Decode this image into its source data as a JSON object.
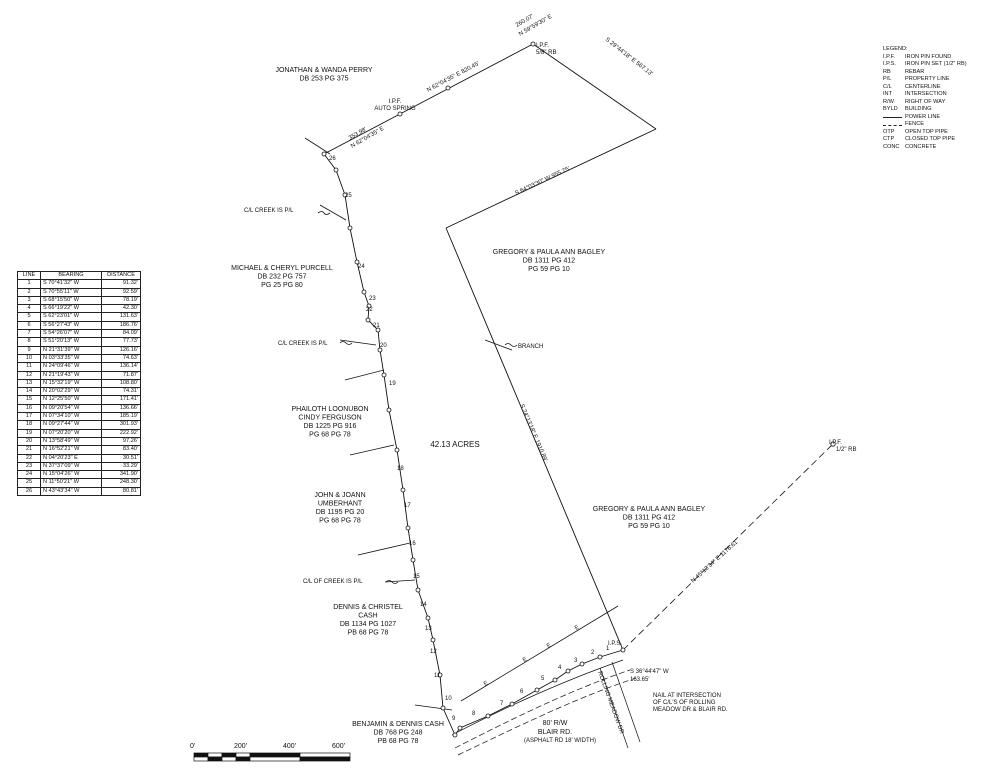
{
  "owners": [
    {
      "id": "perry",
      "lines": [
        "JONATHAN & WANDA PERRY",
        "DB 253 PG 375"
      ]
    },
    {
      "id": "purcell",
      "lines": [
        "MICHAEL & CHERYL PURCELL",
        "DB 232 PG 757",
        "PG 25 PG 80"
      ]
    },
    {
      "id": "loonubon",
      "lines": [
        "PHAILOTH LOONUBON",
        "CINDY FERGUSON",
        "DB 1225 PG 916",
        "PG 68 PG 78"
      ]
    },
    {
      "id": "umberhant",
      "lines": [
        "JOHN & JOANN",
        "UMBERHANT",
        "DB 1195 PG 20",
        "PG 68 PG 78"
      ]
    },
    {
      "id": "cash1",
      "lines": [
        "DENNIS & CHRISTEL",
        "CASH",
        "DB 1134 PG 1027",
        "PB 68 PG 78"
      ]
    },
    {
      "id": "cash2",
      "lines": [
        "BENJAMIN & DENNIS CASH",
        "DB 768 PG 248",
        "PB 68 PG 78"
      ]
    },
    {
      "id": "bagley1",
      "lines": [
        "GREGORY & PAULA ANN BAGLEY",
        "DB 1311 PG 412",
        "PG 59 PG 10"
      ]
    },
    {
      "id": "bagley2",
      "lines": [
        "GREGORY & PAULA ANN BAGLEY",
        "DB 1311 PG 412",
        "PG 59 PG 10"
      ]
    }
  ],
  "acreage": "42.13 ACRES",
  "notes": {
    "creek1": "C/L CREEK IS P/L",
    "creek2": "C/L CREEK IS P/L",
    "creek3": "C/L OF CREEK IS P/L",
    "branch": "BRANCH",
    "ipf_auto_1": "I.P.F.",
    "ipf_auto_2": "AUTO SPRING",
    "ipf_rb_1": "I.P.F.",
    "ipf_rb_2": "5/8\" RB",
    "ipf_half_1": "I.P.F.",
    "ipf_half_2": "1/2\" RB",
    "ips": "I.P.S.",
    "nail": [
      "NAIL AT INTERSECTION",
      "OF C/L'S OF ROLLING",
      "MEADOW DR & BLAIR RD."
    ],
    "road": [
      "80' R/W",
      "BLAIR RD.",
      "(ASPHALT RD 18' WIDTH)"
    ],
    "rolling": "ROLLING MEADOW DR",
    "power_e": "E"
  },
  "bearings": {
    "b1": "N 62°04'35\" E  820.45'",
    "b2a": "260.07'",
    "b2b": "N 59°59'30\" E",
    "b3": "S 29°44'18\" E  567.13'",
    "b4": "S 64°03'30\" W  955.75'",
    "b5": "S 24°13'18\" E  1910.89'",
    "b6a": "353.98'",
    "b6b": "N 62°04'35\" E",
    "b7": "N 45°13'34\" E  1176.61'",
    "b8a": "S 36°44'47\" W",
    "b8b": "163.65'"
  },
  "line_table": {
    "headers": [
      "LINE",
      "BEARING",
      "DISTANCE"
    ],
    "rows": [
      [
        "1",
        "S 70°41'32\" W",
        "91.32'"
      ],
      [
        "2",
        "S 70°55'11\" W",
        "92.59'"
      ],
      [
        "3",
        "S 68°15'50\" W",
        "78.19'"
      ],
      [
        "4",
        "S 66°19'22\" W",
        "42.30'"
      ],
      [
        "5",
        "S 62°23'01\" W",
        "131.63'"
      ],
      [
        "6",
        "S 56°27'43\" W",
        "186.76'"
      ],
      [
        "7",
        "S 54°26'07\" W",
        "84.09'"
      ],
      [
        "8",
        "S 51°20'13\" W",
        "77.73'"
      ],
      [
        "9",
        "N 21°31'39\" W",
        "126.16'"
      ],
      [
        "10",
        "N 03°33'35\" W",
        "74.63'"
      ],
      [
        "11",
        "N 24°09'46\" W",
        "136.14'"
      ],
      [
        "12",
        "N 21°19'43\" W",
        "71.87'"
      ],
      [
        "13",
        "N 15°32'19\" W",
        "108.80'"
      ],
      [
        "14",
        "N 20°02'29\" W",
        "74.31'"
      ],
      [
        "15",
        "N 12°25'50\" W",
        "171.41'"
      ],
      [
        "16",
        "N 09°20'54\" W",
        "136.66'"
      ],
      [
        "17",
        "N 07°34'10\" W",
        "185.19'"
      ],
      [
        "18",
        "N 09°27'44\" W",
        "301.93'"
      ],
      [
        "19",
        "N 07°20'20\" W",
        "222.92'"
      ],
      [
        "20",
        "N 13°58'49\" W",
        "97.26'"
      ],
      [
        "21",
        "N 16°52'21\" W",
        "83.40'"
      ],
      [
        "22",
        "N 04°20'23\" E",
        "30.51'"
      ],
      [
        "23",
        "N 37°37'09\" W",
        "33.29'"
      ],
      [
        "24",
        "N 15°04'26\" W",
        "341.90'"
      ],
      [
        "25",
        "N 11°50'21\" W",
        "248.30'"
      ],
      [
        "26",
        "N 43°43'34\" W",
        "80.81'"
      ]
    ]
  },
  "legend": {
    "title": "LEGEND:",
    "items": [
      {
        "abbr": "I.P.F.",
        "desc": "IRON PIN FOUND"
      },
      {
        "abbr": "I.P.S.",
        "desc": "IRON PIN SET (1/2\" RB)"
      },
      {
        "abbr": "RB",
        "desc": "REBAR"
      },
      {
        "abbr": "P/L",
        "desc": "PROPERTY LINE"
      },
      {
        "abbr": "C/L",
        "desc": "CENTERLINE"
      },
      {
        "abbr": "INT",
        "desc": "INTERSECTION"
      },
      {
        "abbr": "R/W",
        "desc": "RIGHT OF WAY"
      },
      {
        "abbr": "BYLD",
        "desc": "BUILDING"
      },
      {
        "abbr": "—E—",
        "desc": "POWER LINE",
        "sym": "pl"
      },
      {
        "abbr": "—x—",
        "desc": "FENCE",
        "sym": "fnc"
      },
      {
        "abbr": "OTP",
        "desc": "OPEN TOP PIPE"
      },
      {
        "abbr": "CTP",
        "desc": "CLOSED TOP PIPE"
      },
      {
        "abbr": "CONC",
        "desc": "CONCRETE"
      }
    ]
  },
  "scale": {
    "ticks": [
      "0'",
      "200'",
      "400'",
      "600'"
    ]
  }
}
